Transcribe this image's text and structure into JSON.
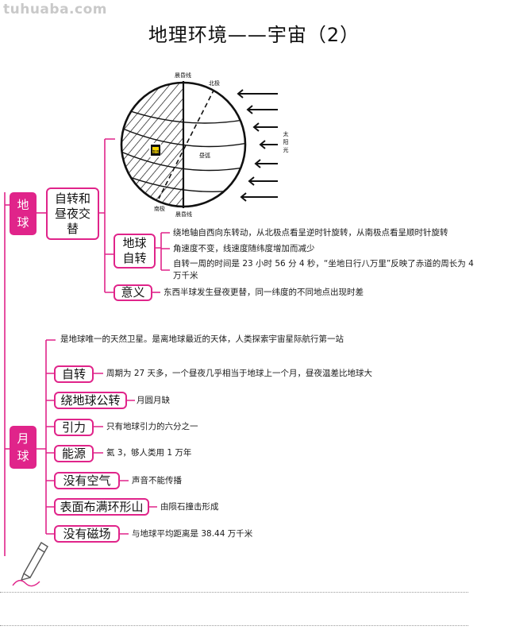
{
  "watermark": "tuhuaba.com",
  "title": "地理环境——宇宙（2）",
  "diagram": {
    "label_top": "晨昏线",
    "label_north": "北极",
    "label_sun": [
      "太",
      "阳",
      "光"
    ],
    "label_night": "夜弧",
    "label_day": "昼弧",
    "label_south": "南极",
    "label_bottom": "晨昏线"
  },
  "earth": {
    "label": "地球",
    "rotation": {
      "label": "自转和昼夜交替",
      "sub_label": "地球自转",
      "facts": [
        "绕地轴自西向东转动，从北极点看呈逆时针旋转，从南极点看呈顺时针旋转",
        "角速度不变，线速度随纬度增加而减少",
        "自转一周的时间是 23 小时 56 分 4 秒，“坐地日行八万里”反映了赤道的周长为 4 万千米"
      ],
      "meaning_label": "意义",
      "meaning_text": "东西半球发生昼夜更替，同一纬度的不同地点出现时差"
    }
  },
  "moon": {
    "label": "月球",
    "intro": "是地球唯一的天然卫星。是离地球最近的天体，人类探索宇宙星际航行第一站",
    "items": [
      {
        "label": "自转",
        "text": "周期为 27 天多，一个昼夜几乎相当于地球上一个月，昼夜温差比地球大"
      },
      {
        "label": "绕地球公转",
        "text": "月圆月缺"
      },
      {
        "label": "引力",
        "text": "只有地球引力的六分之一"
      },
      {
        "label": "能源",
        "text": "氦 3，够人类用 1 万年"
      },
      {
        "label": "没有空气",
        "text": "声音不能传播"
      },
      {
        "label": "表面布满环形山",
        "text": "由陨石撞击形成"
      },
      {
        "label": "没有磁场",
        "text": "与地球平均距离是 38.44 万千米"
      }
    ]
  }
}
